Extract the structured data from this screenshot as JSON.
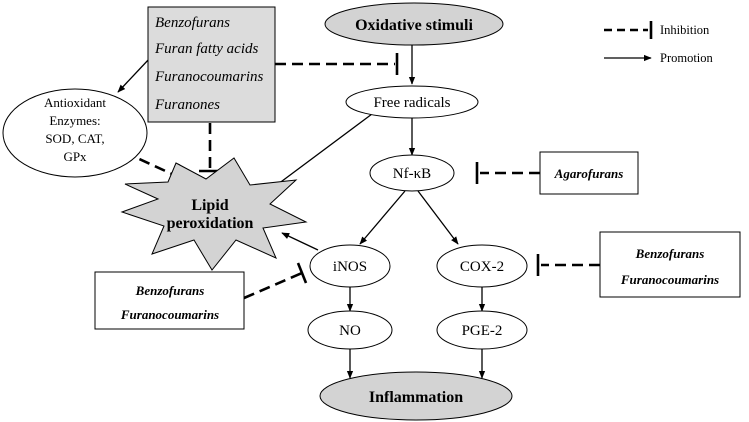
{
  "nodes": {
    "oxidative": "Oxidative stimuli",
    "free_radicals": "Free radicals",
    "nfkb": "Nf-κB",
    "inos": "iNOS",
    "cox2": "COX-2",
    "no": "NO",
    "pge2": "PGE-2",
    "inflammation": "Inflammation",
    "lipid_line1": "Lipid",
    "lipid_line2": "peroxidation",
    "enzymes": [
      "Antioxidant",
      "Enzymes:",
      "SOD, CAT,",
      "GPx"
    ]
  },
  "furans_box": [
    "Benzofurans",
    "Furan fatty acids",
    "Furanocoumarins",
    "Furanones"
  ],
  "agarofurans_box": "Agarofurans",
  "right_box": [
    "Benzofurans",
    "Furanocoumarins"
  ],
  "left_box": [
    "Benzofurans",
    "Furanocoumarins"
  ],
  "legend": {
    "inhibition": "Inhibition",
    "promotion": "Promotion"
  }
}
